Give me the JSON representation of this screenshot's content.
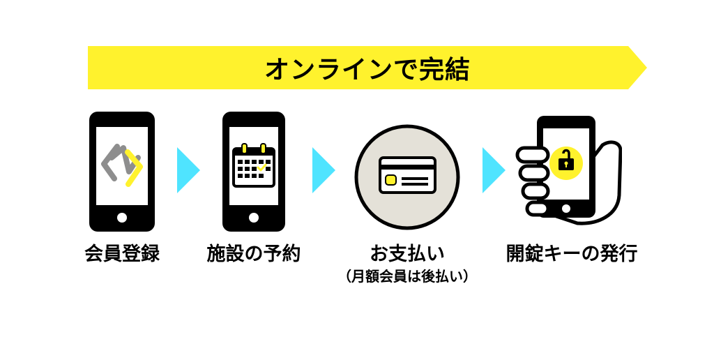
{
  "banner": {
    "title": "オンラインで完結",
    "color": "#fff22d"
  },
  "steps": [
    {
      "label": "会員登録",
      "icon": "app-logo-icon"
    },
    {
      "label": "施設の予約",
      "icon": "calendar-check-icon"
    },
    {
      "label": "お支払い",
      "sublabel": "（月額会員は後払い）",
      "icon": "credit-card-icon"
    },
    {
      "label": "開錠キーの発行",
      "icon": "unlock-icon"
    }
  ],
  "colors": {
    "arrow": "#4fe4ff",
    "accent": "#fff22d",
    "device": "#000000",
    "card_bg": "#e4e1d8"
  }
}
